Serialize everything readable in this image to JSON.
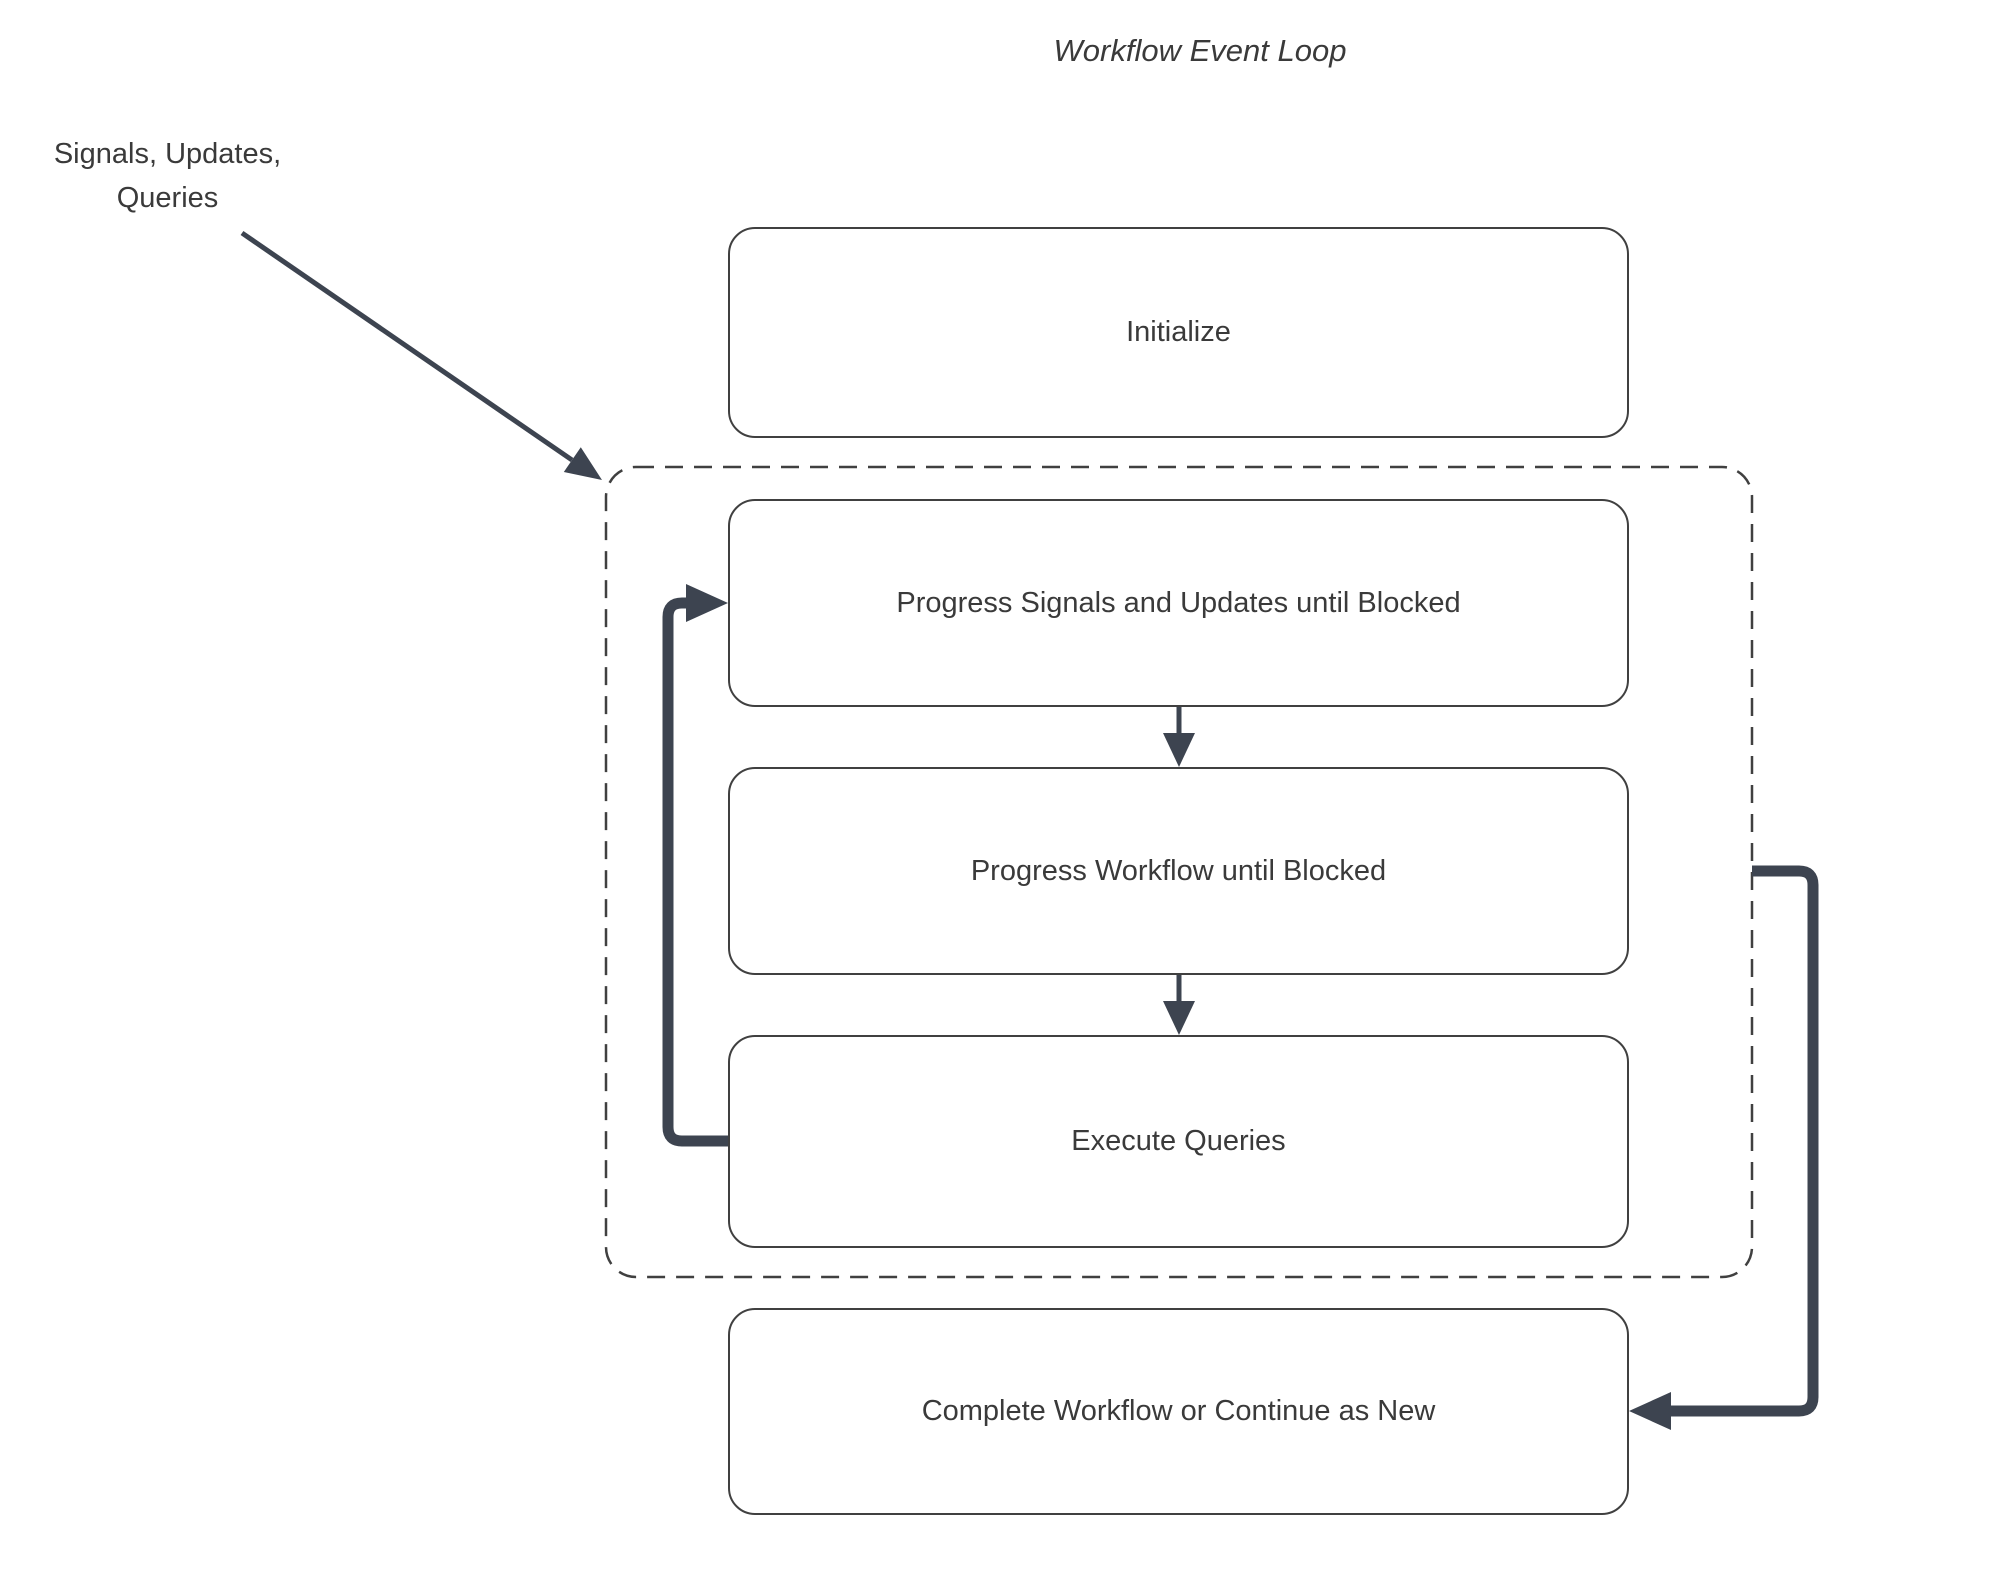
{
  "diagram": {
    "title": "Workflow Event Loop",
    "external_input_label": [
      "Signals, Updates,",
      "Queries"
    ]
  },
  "nodes": {
    "initialize": "Initialize",
    "progress_signals": "Progress Signals and Updates until Blocked",
    "progress_workflow": "Progress Workflow until Blocked",
    "execute_queries": "Execute Queries",
    "complete_workflow": "Complete Workflow or Continue as New"
  },
  "colors": {
    "connector": "#3d4450",
    "border": "#404040",
    "text": "#3a3a3a",
    "background": "#ffffff"
  }
}
